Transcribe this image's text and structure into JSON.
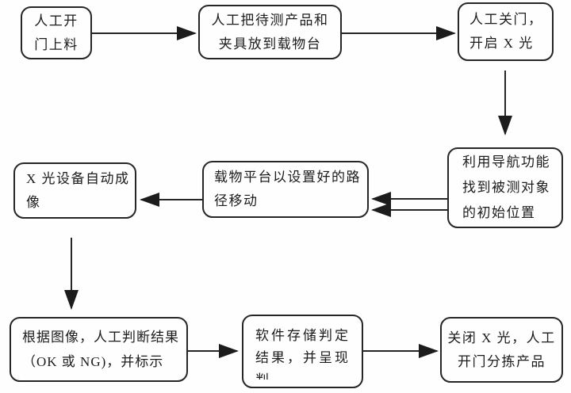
{
  "page": {
    "background": "#ffffff"
  },
  "diagram": {
    "type": "flowchart",
    "line_color": "#262626",
    "text_color": "#1c1c1c",
    "nodes": {
      "open_load": {
        "text": "人工开\n门上料"
      },
      "place_product": {
        "text": "人工把待测产品和\n夹具放到载物台"
      },
      "close_door_xray_on": {
        "text": "人工关门，\n开启 X 光"
      },
      "navigate_initial": {
        "text": "利用导航功能\n找到被测对象\n的初始位置"
      },
      "stage_move": {
        "text": "载物平台以设置好的路\n径移动"
      },
      "xray_imaging": {
        "text": "X 光设备自动成\n像"
      },
      "manual_judge": {
        "text": "根据图像，人工判断结果\n（OK 或 NG)，并标示"
      },
      "store_result": {
        "text": "软件存储判定\n结果，并呈现判\n定结果图"
      },
      "xray_off_sort": {
        "text": "关闭 X 光，人工\n开门分拣产品"
      }
    },
    "edges": [
      {
        "from": "open_load",
        "to": "place_product",
        "style": "single"
      },
      {
        "from": "place_product",
        "to": "close_door_xray_on",
        "style": "single"
      },
      {
        "from": "close_door_xray_on",
        "to": "navigate_initial",
        "style": "single"
      },
      {
        "from": "navigate_initial",
        "to": "stage_move",
        "style": "double"
      },
      {
        "from": "stage_move",
        "to": "xray_imaging",
        "style": "single"
      },
      {
        "from": "xray_imaging",
        "to": "manual_judge",
        "style": "single"
      },
      {
        "from": "manual_judge",
        "to": "store_result",
        "style": "single"
      },
      {
        "from": "store_result",
        "to": "xray_off_sort",
        "style": "single"
      }
    ]
  }
}
